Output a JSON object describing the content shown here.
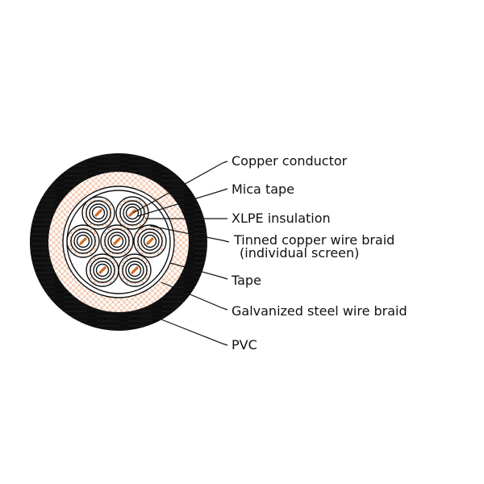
{
  "diagram": {
    "type": "cable-cross-section",
    "core_count": 7,
    "colors": {
      "sheath": "#0d0d0d",
      "sheath_streak": "#2a2a2a",
      "braid_cross": "#e07a45",
      "braid_dot": "#ffffff",
      "conductor": "#d2691e",
      "line": "#111111",
      "background": "#ffffff"
    },
    "labels": [
      {
        "id": "copper-conductor",
        "text": "Copper conductor"
      },
      {
        "id": "mica-tape",
        "text": "Mica tape"
      },
      {
        "id": "xlpe-insulation",
        "text": "XLPE insulation"
      },
      {
        "id": "tinned-copper-braid",
        "text": "Tinned copper wire braid"
      },
      {
        "id": "tinned-copper-braid-sub",
        "text": "(individual screen)"
      },
      {
        "id": "tape",
        "text": "Tape"
      },
      {
        "id": "galvanized-steel-braid",
        "text": "Galvanized steel wire braid"
      },
      {
        "id": "pvc",
        "text": "PVC"
      }
    ]
  }
}
